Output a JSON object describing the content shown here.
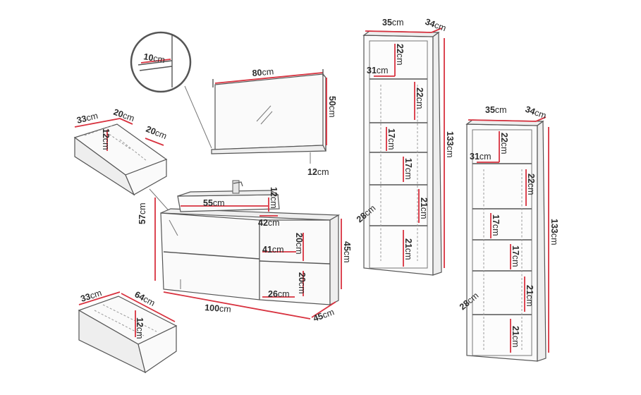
{
  "colors": {
    "dimension_line": "#d8323f",
    "outline": "#555555",
    "text": "#2b2b2b",
    "background": "#ffffff"
  },
  "magnifier": {
    "depth": "10",
    "unit": "cm"
  },
  "mirror": {
    "width": "80",
    "height": "50",
    "shelf_depth": "12",
    "unit": "cm"
  },
  "drawer_organizer": {
    "depth": "33",
    "width_a": "20",
    "width_b": "20",
    "height": "12",
    "unit": "cm"
  },
  "vanity": {
    "basin_width": "55",
    "basin_height": "12",
    "top_depth": "42",
    "height": "57",
    "width": "100",
    "depth": "45",
    "side_height": "45",
    "shelf_depth": "41",
    "shelf_width": "26",
    "compartment_height_upper": "20",
    "compartment_height_lower": "20",
    "unit": "cm"
  },
  "drawer": {
    "depth": "33",
    "width": "64",
    "height": "12",
    "unit": "cm"
  },
  "tall_cabinet_1": {
    "width": "35",
    "depth": "34",
    "height": "133",
    "inner_depth": "31",
    "base_width": "28",
    "shelf_gaps": [
      "22",
      "22",
      "17",
      "17",
      "21",
      "21"
    ],
    "unit": "cm"
  },
  "tall_cabinet_2": {
    "width": "35",
    "depth": "34",
    "height": "133",
    "inner_depth": "31",
    "base_width": "28",
    "shelf_gaps": [
      "22",
      "22",
      "17",
      "17",
      "21",
      "21"
    ],
    "unit": "cm"
  }
}
